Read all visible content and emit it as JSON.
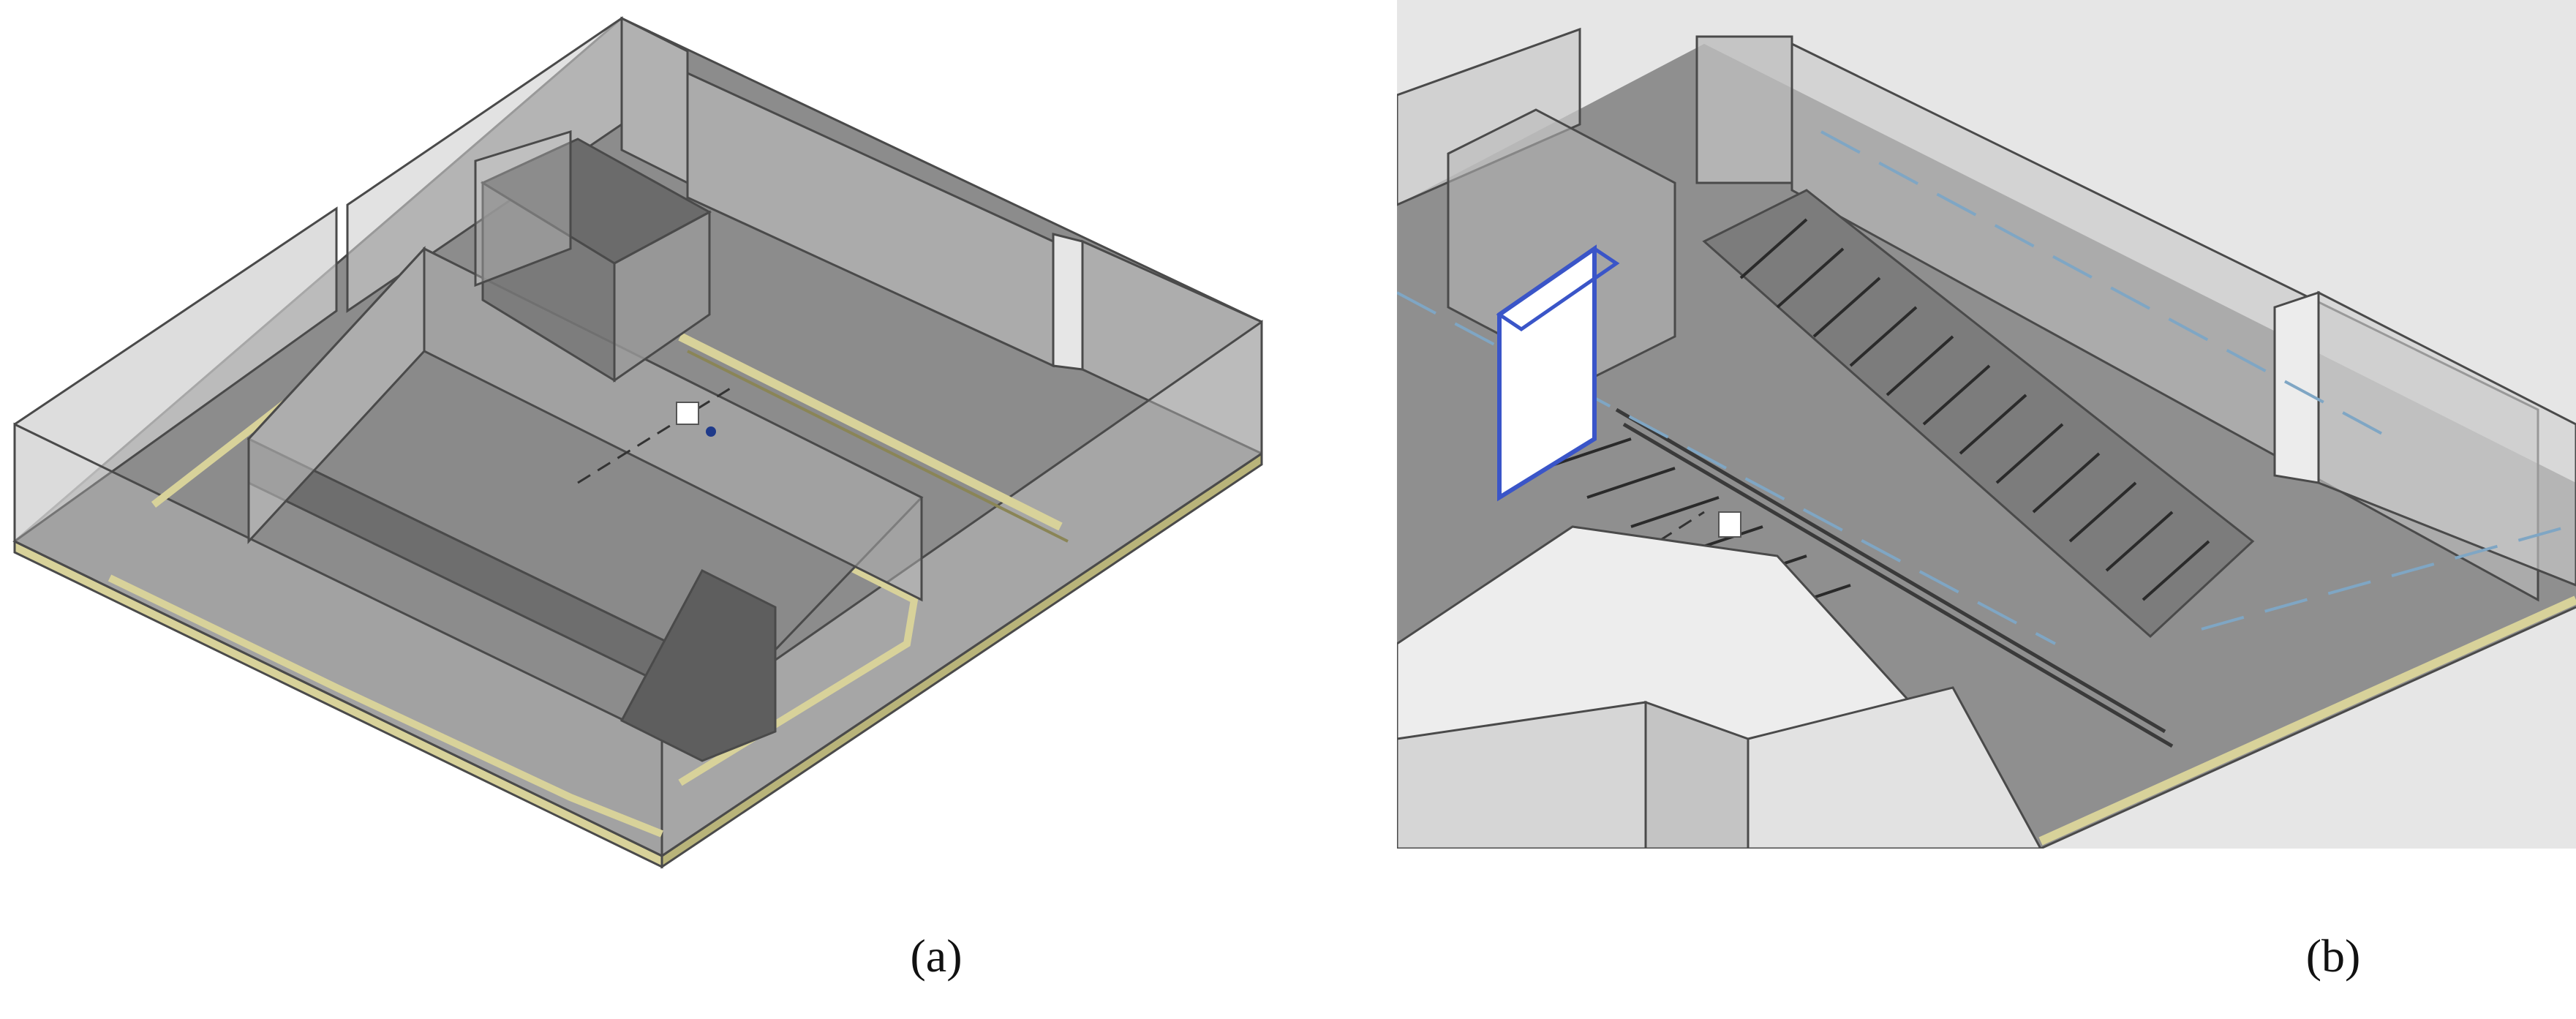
{
  "figure": {
    "panels": [
      {
        "id": "a",
        "caption": "(a)"
      },
      {
        "id": "b",
        "caption": "(b)"
      }
    ]
  },
  "colors": {
    "floor": "#8c8c8c",
    "wall_glass": "#c9c9c9",
    "edge": "#4a4a4a",
    "curb": "#d8d29a",
    "highlight_box": "#3a55c8",
    "marker": "#1f3a8a",
    "lane_line": "#7fa6c4"
  }
}
